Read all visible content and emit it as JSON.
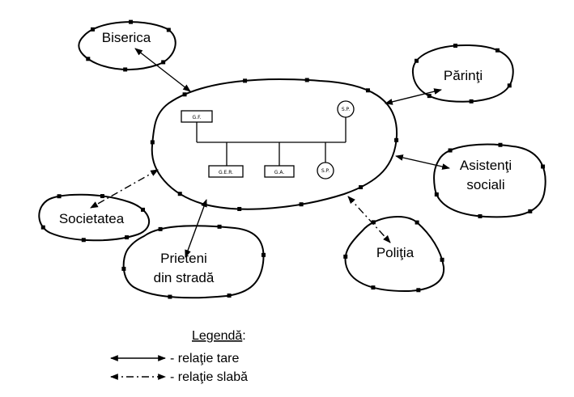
{
  "center": {
    "gf_label": "G.F.",
    "ger_label": "G.E.R.",
    "ga_label": "G.A.",
    "sp_top_label": "S.P.",
    "sp_bottom_label": "S.P."
  },
  "nodes": {
    "biserica": "Biserica",
    "parinti": "Părinţi",
    "asistenti_line1": "Asistenţi",
    "asistenti_line2": "sociali",
    "politia": "Poliţia",
    "prieteni_line1": "Prieteni",
    "prieteni_line2": "din stradă",
    "societatea": "Societatea"
  },
  "legend": {
    "title": "Legendă",
    "title_suffix": ":",
    "strong_label": "- relaţie tare",
    "weak_label": "- relaţie slabă"
  }
}
